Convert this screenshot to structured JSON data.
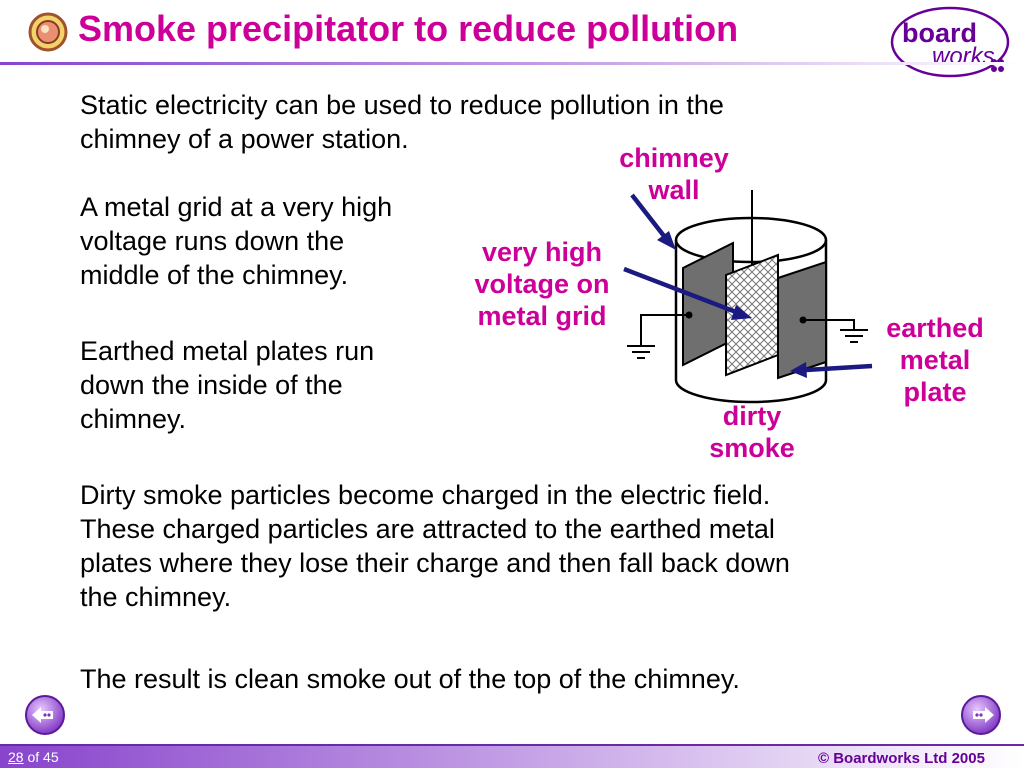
{
  "slide": {
    "title": "Smoke precipitator to reduce pollution",
    "logo_line1": "board",
    "logo_line2": "works",
    "paragraphs": {
      "p1_line1": "Static electricity can be used to reduce pollution in the",
      "p1_line2": "chimney of a power station.",
      "p2_line1": "A metal grid at a very high",
      "p2_line2": "voltage runs down the",
      "p2_line3": "middle of the chimney.",
      "p3_line1": "Earthed metal plates run",
      "p3_line2": "down the inside of the",
      "p3_line3": "chimney.",
      "p4_line1": "Dirty smoke particles become charged in the electric field.",
      "p4_line2": "These charged particles are attracted to the earthed metal",
      "p4_line3": "plates where they lose their charge and then fall back down",
      "p4_line4": "the chimney.",
      "p5": "The result is clean smoke out of the top of the chimney."
    },
    "labels": {
      "chimney_wall_1": "chimney",
      "chimney_wall_2": "wall",
      "grid_1": "very high",
      "grid_2": "voltage on",
      "grid_3": "metal grid",
      "plate_1": "earthed",
      "plate_2": "metal",
      "plate_3": "plate",
      "smoke_1": "dirty",
      "smoke_2": "smoke"
    }
  },
  "footer": {
    "page_current": "28",
    "page_sep": " of ",
    "page_total": "45",
    "copyright": "© Boardworks Ltd 2005"
  },
  "colors": {
    "title": "#cc0099",
    "label": "#cc0099",
    "arrow": "#1a1a80",
    "footer_bar": "#8844cc",
    "logo": "#660099"
  }
}
